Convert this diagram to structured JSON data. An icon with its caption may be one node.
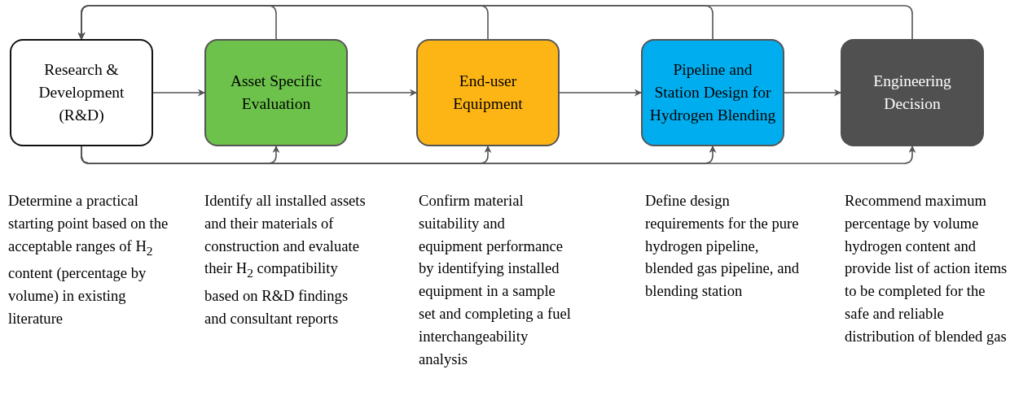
{
  "diagram": {
    "nodes": [
      {
        "text": [
          "Research & Development (R&D)"
        ],
        "beside": [
          "Determine a practical starting point based on the acceptable ranges of H$_{2}$ content (percentage by volume) in existing literature"
        ]
      },
      {
        "text": [
          "Asset Specific Evaluation"
        ],
        "beside": [
          "Identify all installed assets and their materials of construction and evaluate their H$_{2}$ compatibility based on R&D findings and consultant reports"
        ]
      },
      {
        "text": [
          "End-user Equipment"
        ],
        "beside": [
          "Confirm material suitability and equipment performance by identifying installed equipment in a sample set and completing a fuel interchangeability analysis"
        ]
      },
      {
        "text": [
          "Pipeline and Station Design for Hydrogen Blending"
        ],
        "beside": [
          "Define design requirements for the pure hydrogen pipeline, blended gas pipeline, and blending station"
        ]
      },
      {
        "text": [
          "Engineering Decision"
        ],
        "beside": [
          "Recommend maximum percentage by volume hydrogen content and provide list of action items to be completed for the safe and reliable distribution of blended gas"
        ]
      }
    ],
    "edges": [
      {
        "from": 0,
        "to": 1,
        "arrow": "to"
      },
      {
        "from": 1,
        "to": 2,
        "arrow": "to"
      },
      {
        "from": 2,
        "to": 3,
        "arrow": "to"
      },
      {
        "from": 3,
        "to": 4,
        "arrow": "to"
      },
      {
        "from": 1,
        "to": 0,
        "arrow": "to"
      },
      {
        "from": 2,
        "to": 0,
        "arrow": "to"
      },
      {
        "from": 3,
        "to": 0,
        "arrow": "to"
      },
      {
        "from": 4,
        "to": 0,
        "arrow": "to"
      },
      {
        "from": 0,
        "to": 1,
        "arrow": "to"
      },
      {
        "from": 0,
        "to": 2,
        "arrow": "to"
      },
      {
        "from": 0,
        "to": 3,
        "arrow": "to"
      },
      {
        "from": 0,
        "to": 4,
        "arrow": "to"
      }
    ]
  }
}
